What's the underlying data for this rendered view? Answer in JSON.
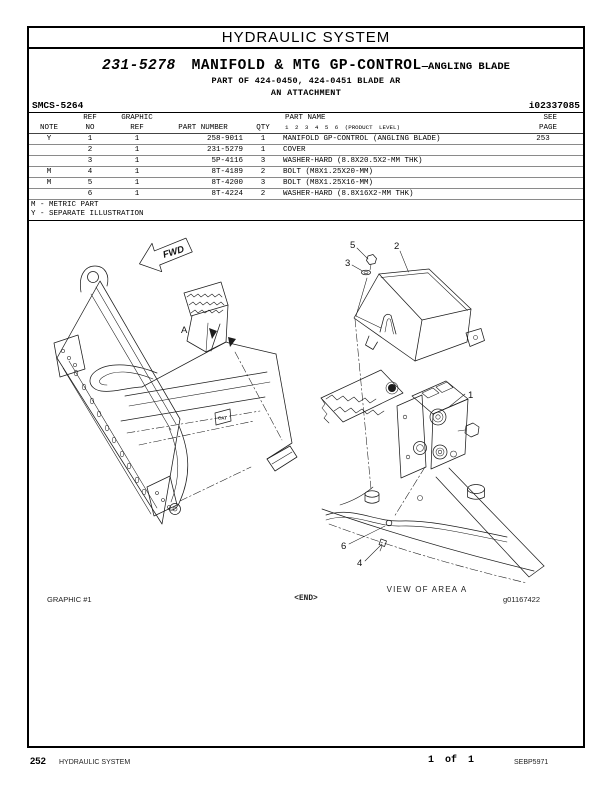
{
  "header": {
    "title": "HYDRAULIC SYSTEM"
  },
  "title_block": {
    "part_number": "231-5278",
    "title": "MANIFOLD & MTG GP-CONTROL",
    "title_suffix": "—ANGLING BLADE",
    "subtitle1": "PART OF 424-0450, 424-0451 BLADE AR",
    "subtitle2": "AN ATTACHMENT",
    "smcs_code": "SMCS-5264",
    "doc_id": "i02337085"
  },
  "table": {
    "headers": {
      "note": "NOTE",
      "ref_line1": "REF",
      "ref_line2": "NO",
      "graphic_line1": "GRAPHIC",
      "graphic_line2": "REF",
      "part_number": "PART NUMBER",
      "qty": "QTY",
      "part_name": "PART NAME",
      "product_level": "1 2 3 4 5 6 (PRODUCT LEVEL)",
      "see_line1": "SEE",
      "see_line2": "PAGE"
    },
    "rows": [
      {
        "note": "Y",
        "ref_no": "1",
        "graphic_ref": "1",
        "part_number": "258-9011",
        "qty": "1",
        "part_name": "MANIFOLD GP-CONTROL (ANGLING BLADE)",
        "see_page": "253"
      },
      {
        "note": "",
        "ref_no": "2",
        "graphic_ref": "1",
        "part_number": "231-5279",
        "qty": "1",
        "part_name": "COVER",
        "see_page": ""
      },
      {
        "note": "",
        "ref_no": "3",
        "graphic_ref": "1",
        "part_number": "5P-4116",
        "qty": "3",
        "part_name": "WASHER-HARD (8.8X20.5X2-MM THK)",
        "see_page": ""
      },
      {
        "note": "M",
        "ref_no": "4",
        "graphic_ref": "1",
        "part_number": "8T-4189",
        "qty": "2",
        "part_name": "BOLT (M8X1.25X20-MM)",
        "see_page": ""
      },
      {
        "note": "M",
        "ref_no": "5",
        "graphic_ref": "1",
        "part_number": "8T-4200",
        "qty": "3",
        "part_name": "BOLT (M8X1.25X16-MM)",
        "see_page": ""
      },
      {
        "note": "",
        "ref_no": "6",
        "graphic_ref": "1",
        "part_number": "8T-4224",
        "qty": "2",
        "part_name": "WASHER-HARD (8.8X16X2-MM THK)",
        "see_page": ""
      }
    ],
    "legend": [
      "M - METRIC PART",
      "Y - SEPARATE ILLUSTRATION"
    ]
  },
  "diagram": {
    "fwd_label": "FWD",
    "area_label": "A",
    "cat_logo": "CAT",
    "callouts": {
      "c1": "1",
      "c2": "2",
      "c3": "3",
      "c4": "4",
      "c5": "5",
      "c6": "6"
    },
    "view_caption": "VIEW OF AREA A",
    "graphic_label": "GRAPHIC #1",
    "end_marker": "<END>",
    "graphic_id": "g01167422"
  },
  "footer": {
    "page_number": "252",
    "section": "HYDRAULIC SYSTEM",
    "page_count": "1 of 1",
    "manual_id": "SEBP5971"
  }
}
